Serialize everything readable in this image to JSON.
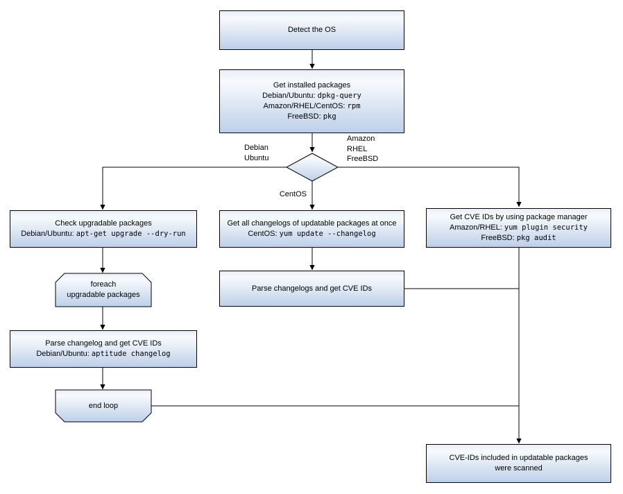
{
  "diagram": {
    "type": "flowchart",
    "colors": {
      "background": "#ffffff",
      "node_fill_top": "#f7fafd",
      "node_fill_bottom": "#bdd0e9",
      "node_border": "#000000",
      "connector": "#000000",
      "text": "#000000"
    },
    "nodes": {
      "detect_os": {
        "lines": [
          "Detect the OS"
        ]
      },
      "get_installed": {
        "lines": [
          "Get installed packages",
          [
            [
              "Debian/Ubuntu: ",
              0
            ],
            [
              "dpkg-query",
              1
            ]
          ],
          [
            [
              "Amazon/RHEL/CentOS: ",
              0
            ],
            [
              "rpm",
              1
            ]
          ],
          [
            [
              "FreeBSD: ",
              0
            ],
            [
              "pkg",
              1
            ]
          ]
        ]
      },
      "check_upgradable": {
        "lines": [
          "Check upgradable packages",
          [
            [
              "Debian/Ubuntu: ",
              0
            ],
            [
              "apt-get upgrade --dry-run",
              1
            ]
          ]
        ]
      },
      "get_changelogs": {
        "lines": [
          "Get all changelogs of updatable packages at once",
          [
            [
              "CentOS: ",
              0
            ],
            [
              "yum update --changelog",
              1
            ]
          ]
        ]
      },
      "get_cve_ids": {
        "lines": [
          "Get CVE IDs by using package manager",
          [
            [
              "Amazon/RHEL: ",
              0
            ],
            [
              "yum plugin security",
              1
            ]
          ],
          [
            [
              "FreeBSD: ",
              0
            ],
            [
              "pkg audit",
              1
            ]
          ]
        ]
      },
      "foreach_loop": {
        "lines": [
          "foreach",
          "upgradable packages"
        ]
      },
      "parse_changelogs_mid": {
        "lines": [
          "Parse changelogs and get CVE IDs"
        ]
      },
      "parse_changelog_left": {
        "lines": [
          "Parse changelog and get CVE IDs",
          [
            [
              "Debian/Ubuntu: ",
              0
            ],
            [
              "aptitude changelog",
              1
            ]
          ]
        ]
      },
      "end_loop": {
        "lines": [
          "end loop"
        ]
      },
      "result": {
        "lines": [
          "CVE-IDs included in updatable packages",
          "were scanned"
        ]
      }
    },
    "edge_labels": {
      "debian_ubuntu": "Debian\nUbuntu",
      "amazon_rhel_freebsd": "Amazon\nRHEL\nFreeBSD",
      "centos": "CentOS"
    }
  }
}
